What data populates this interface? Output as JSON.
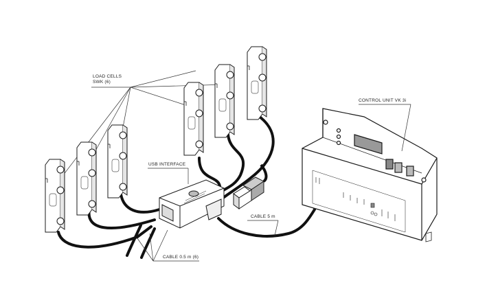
{
  "labels": {
    "load_cells_line1": "LOAD CELLS",
    "load_cells_line2": "SWK (6)",
    "control_unit": "CONTROL UNIT VK 3i",
    "usb_interface": "USB INTERFACE",
    "cable_main": "CABLE 5 m",
    "cable_cells": "CABLE 0.5 m (6)"
  },
  "components": {
    "load_cell_count": 6,
    "control_unit_leds": 3,
    "control_unit_buttons": 3
  },
  "colors": {
    "line": "#1a1a1a",
    "fill": "#ffffff",
    "shade": "#d8d8d8",
    "display": "#9a9a9a",
    "cable": "#111111"
  }
}
